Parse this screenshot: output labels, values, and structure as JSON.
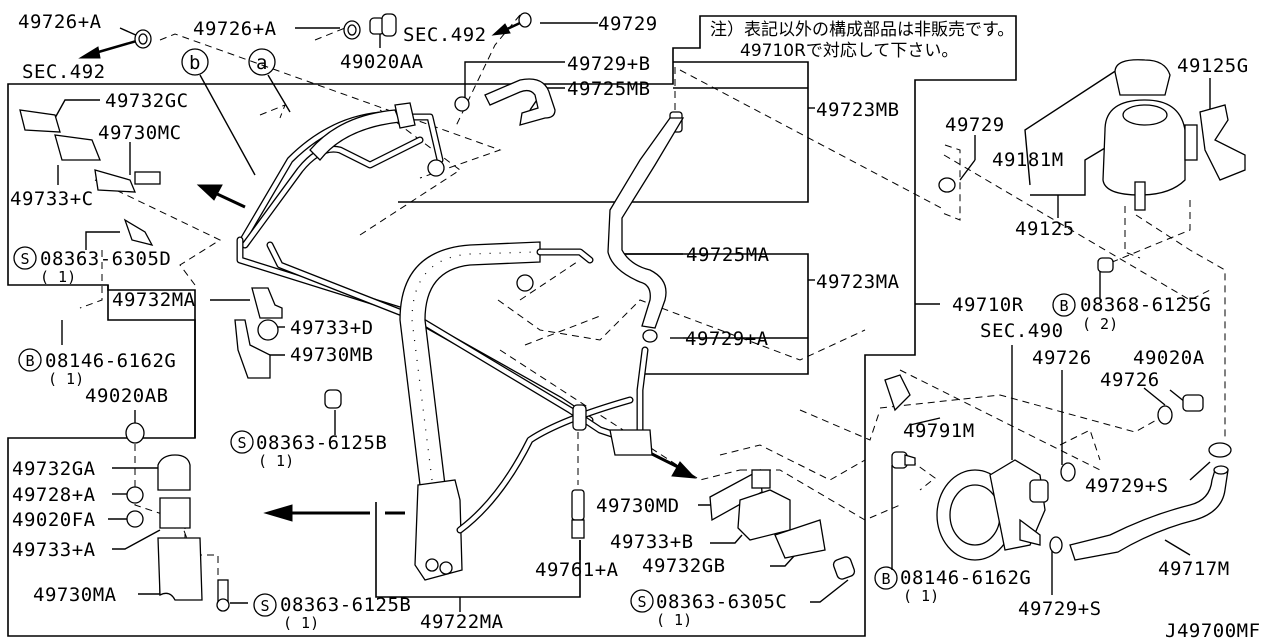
{
  "diagram": {
    "title_code": "J49700MF",
    "note": {
      "line1": "注）表記以外の構成部品は非販売です。",
      "line2": "49710Rで対応して下さい。"
    },
    "callouts": {
      "a": "a",
      "b": "b"
    },
    "labels": {
      "p49726A_left": "49726+A",
      "p49726A_top": "49726+A",
      "sec492_left": "SEC.492",
      "sec492_top": "SEC.492",
      "p49020AA": "49020AA",
      "p49729_top": "49729",
      "p49729B": "49729+B",
      "p49725MB": "49725MB",
      "p49723MB": "49723MB",
      "p49732GC": "49732GC",
      "p49730MC": "49730MC",
      "p49733C": "49733+C",
      "s08363_6305D": "08363-6305D",
      "s08363_6305D_qty": "( 1)",
      "p49732MA": "49732MA",
      "p49733D": "49733+D",
      "p49730MB": "49730MB",
      "b08146_6162G_left": "08146-6162G",
      "b08146_6162G_left_qty": "( 1)",
      "p49020AB": "49020AB",
      "s08363_6125B_mid": "08363-6125B",
      "s08363_6125B_mid_qty": "( 1)",
      "p49732GA": "49732GA",
      "p49728A": "49728+A",
      "p49020FA": "49020FA",
      "p49733A": "49733+A",
      "p49730MA": "49730MA",
      "s08363_6125B_bot": "08363-6125B",
      "s08363_6125B_bot_qty": "( 1)",
      "p49722MA": "49722MA",
      "p49761A": "49761+A",
      "p49730MD": "49730MD",
      "p49733B": "49733+B",
      "p49732GB": "49732GB",
      "s08363_6305C": "08363-6305C",
      "s08363_6305C_qty": "( 1)",
      "p49725MA": "49725MA",
      "p49723MA": "49723MA",
      "p49729A": "49729+A",
      "p49710R": "49710R",
      "p49729_right": "49729",
      "p49181M": "49181M",
      "p49125": "49125",
      "p49125G": "49125G",
      "b08368_6125G": "08368-6125G",
      "b08368_6125G_qty": "( 2)",
      "sec490": "SEC.490",
      "p49726_a": "49726",
      "p49726_b": "49726",
      "p49020A": "49020A",
      "p49791M": "49791M",
      "p49729S_top": "49729+S",
      "p49729S_bot": "49729+S",
      "b08146_6162G_right": "08146-6162G",
      "b08146_6162G_right_qty": "( 1)",
      "p49717M": "49717M"
    },
    "badges": {
      "S": "S",
      "B": "B"
    }
  }
}
